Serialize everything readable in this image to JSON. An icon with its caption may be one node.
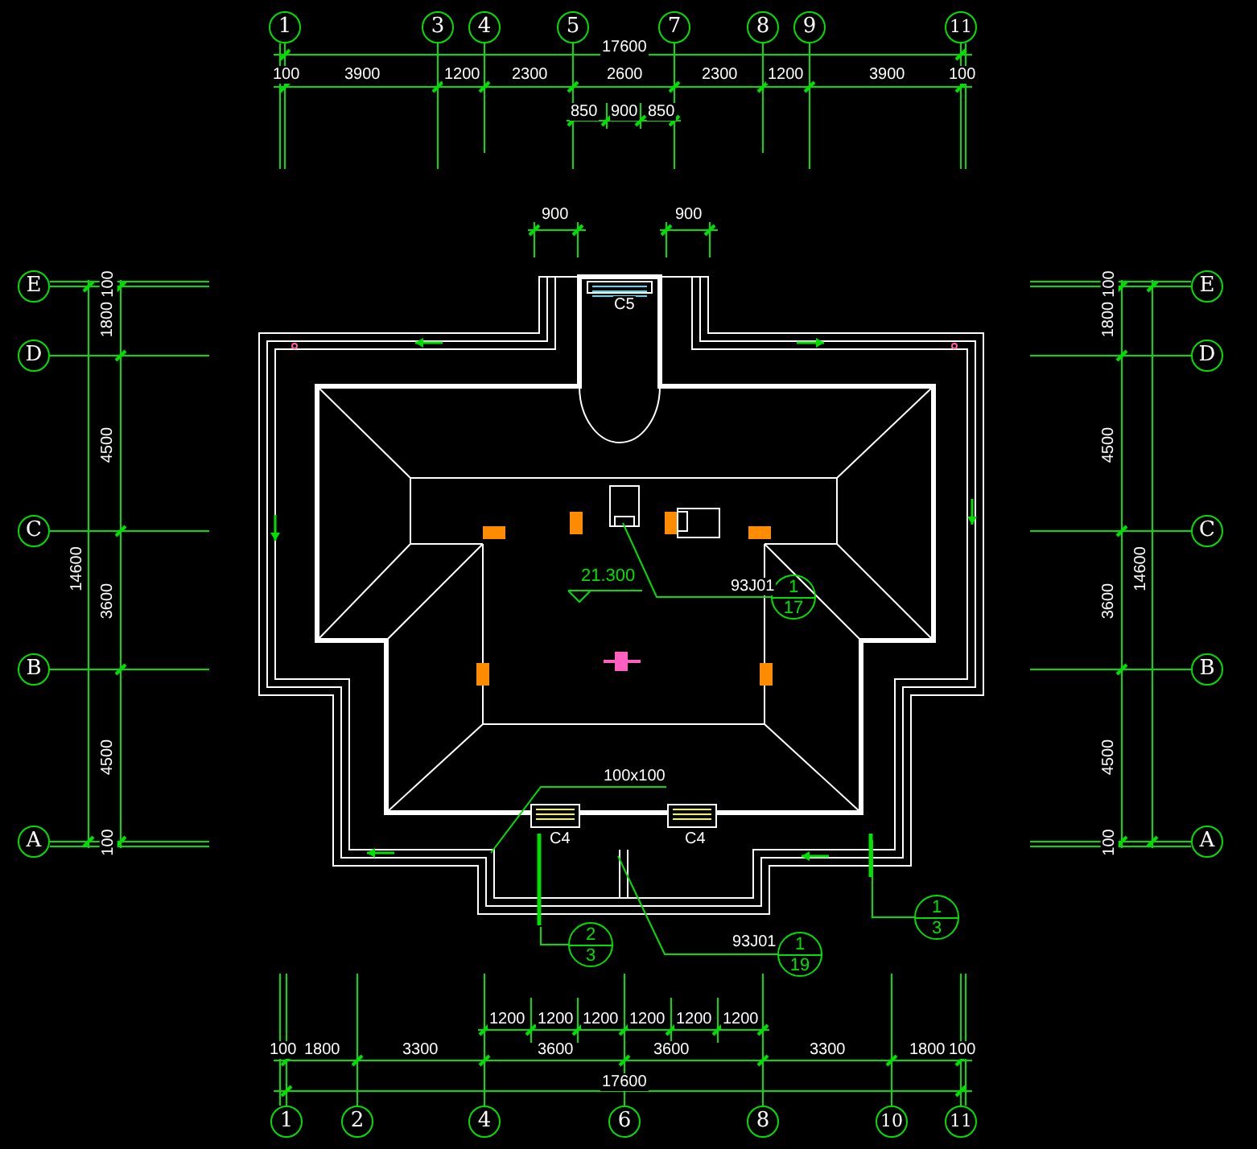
{
  "diagram": {
    "nodes": [
      {
        "text": [
          "1"
        ]
      },
      {
        "text": [
          "3"
        ]
      },
      {
        "text": [
          "4"
        ]
      },
      {
        "text": [
          "5"
        ]
      },
      {
        "text": [
          "7"
        ]
      },
      {
        "text": [
          "8"
        ]
      },
      {
        "text": [
          "9"
        ]
      },
      {
        "text": [
          "11"
        ]
      },
      {
        "text": [
          "1"
        ]
      },
      {
        "text": [
          "2"
        ]
      },
      {
        "text": [
          "4"
        ]
      },
      {
        "text": [
          "6"
        ]
      },
      {
        "text": [
          "8"
        ]
      },
      {
        "text": [
          "10"
        ]
      },
      {
        "text": [
          "11"
        ]
      },
      {
        "text": [
          "E"
        ]
      },
      {
        "text": [
          "D"
        ]
      },
      {
        "text": [
          "C"
        ]
      },
      {
        "text": [
          "B"
        ]
      },
      {
        "text": [
          "A"
        ]
      },
      {
        "text": [
          "E"
        ]
      },
      {
        "text": [
          "D"
        ]
      },
      {
        "text": [
          "C"
        ]
      },
      {
        "text": [
          "B"
        ]
      },
      {
        "text": [
          "A"
        ]
      },
      {
        "text": [
          "1",
          "17"
        ],
        "beside": [
          "93J01"
        ]
      },
      {
        "text": [
          "2",
          "3"
        ]
      },
      {
        "text": [
          "1",
          "19"
        ],
        "beside": [
          "93J01"
        ]
      },
      {
        "text": [
          "1",
          "3"
        ]
      },
      {
        "text": [
          "100x100"
        ]
      }
    ],
    "edges": [
      {
        "from": 25,
        "to": null,
        "arrow": "none"
      },
      {
        "from": 26,
        "to": null,
        "arrow": "none"
      },
      {
        "from": 27,
        "to": null,
        "arrow": "none"
      },
      {
        "from": 28,
        "to": null,
        "arrow": "none"
      },
      {
        "from": 29,
        "to": null,
        "arrow": "none"
      }
    ],
    "labels": [
      "17600",
      "100",
      "3900",
      "1200",
      "2300",
      "2600",
      "2300",
      "1200",
      "3900",
      "100",
      "850",
      "900",
      "850",
      "900",
      "900",
      "C5",
      "21.300",
      "C4",
      "C4",
      "100",
      "1800",
      "4500",
      "14600",
      "3600",
      "4500",
      "100",
      "100",
      "1800",
      "4500",
      "3600",
      "14600",
      "4500",
      "100",
      "1200",
      "1200",
      "1200",
      "1200",
      "1200",
      "1200",
      "100",
      "1800",
      "3300",
      "3600",
      "3600",
      "3300",
      "1800",
      "100",
      "17600"
    ]
  }
}
